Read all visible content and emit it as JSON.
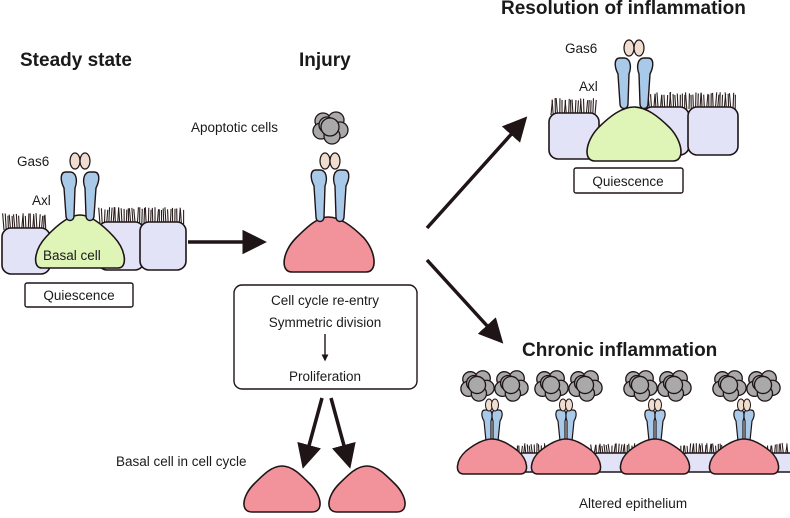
{
  "colors": {
    "basal_quiescent": "#dff5b8",
    "basal_cycling": "#f2939b",
    "epithelial": "#e3e3f7",
    "axl": "#a9c9e9",
    "gas6": "#efddd0",
    "apoptotic": "#a9a9a9",
    "outline": "#1f1416",
    "cilia": "#2a1d1d"
  },
  "panels": {
    "steady_state": {
      "title": "Steady state",
      "gas6_label": "Gas6",
      "axl_label": "Axl",
      "cell_label": "Basal cell",
      "state_box": "Quiescence"
    },
    "injury": {
      "title": "Injury",
      "apoptotic_label": "Apoptotic cells",
      "process_box": {
        "line1": "Cell cycle re-entry",
        "line2": "Symmetric division",
        "line3": "Proliferation"
      },
      "daughter_label": "Basal cell in cell cycle"
    },
    "resolution": {
      "title": "Resolution of inflammation",
      "gas6_label": "Gas6",
      "axl_label": "Axl",
      "state_box": "Quiescence"
    },
    "chronic": {
      "title": "Chronic inflammation",
      "caption": "Altered epithelium"
    }
  }
}
